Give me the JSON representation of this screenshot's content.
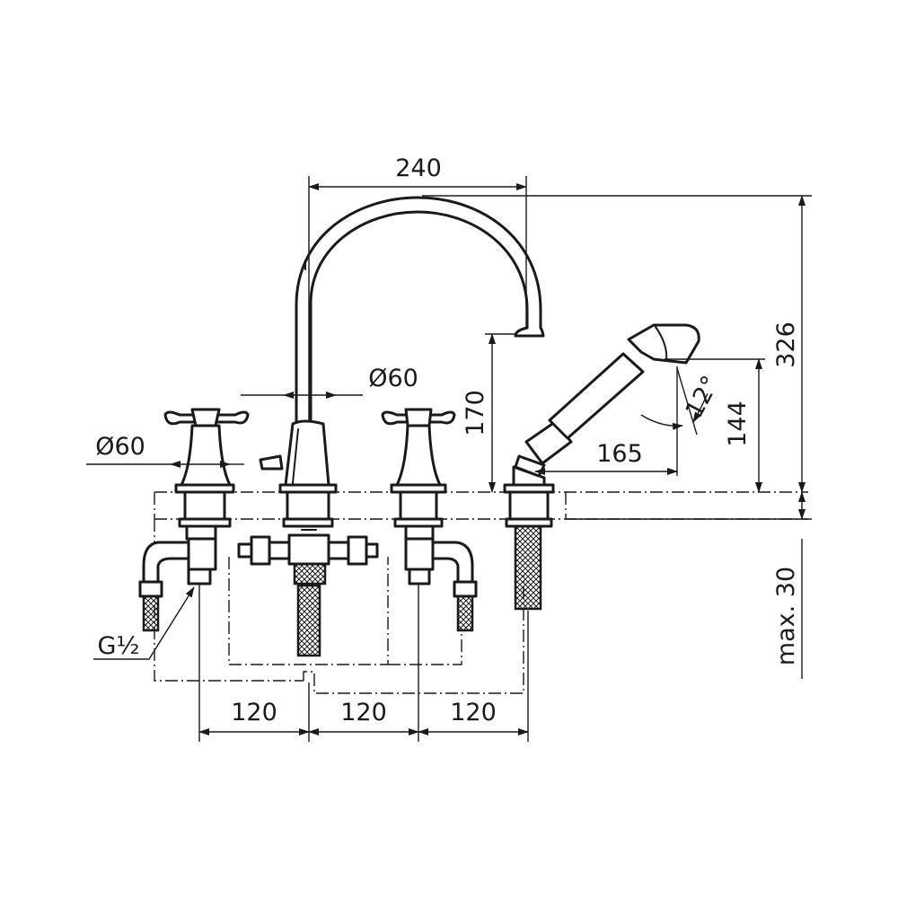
{
  "drawing": {
    "dimensions": {
      "spout_reach": "240",
      "total_height": "326",
      "spout_height": "170",
      "spout_base_diameter": "Ø60",
      "handle_diameter": "Ø60",
      "handshower_height": "144",
      "handshower_reach": "165",
      "handshower_angle": "12°",
      "max_deck_thickness": "max. 30",
      "connection_thread": "G½",
      "spacing_1": "120",
      "spacing_2": "120",
      "spacing_3": "120"
    }
  }
}
